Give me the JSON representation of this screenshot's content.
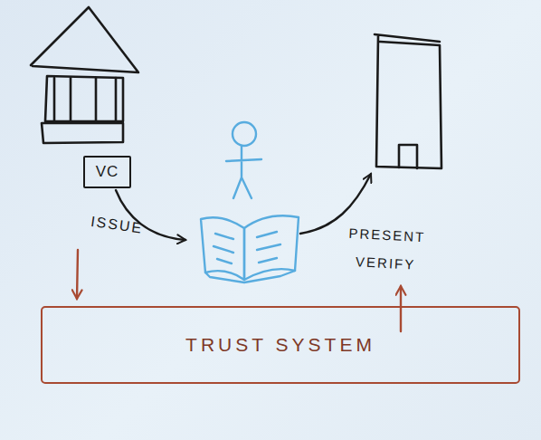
{
  "diagram": {
    "nodes": [
      {
        "text": [
          "VC"
        ]
      },
      {
        "text": [
          "TRUST SYSTEM"
        ]
      }
    ],
    "labels": [
      "ISSUE",
      "PRESENT VERIFY"
    ]
  }
}
